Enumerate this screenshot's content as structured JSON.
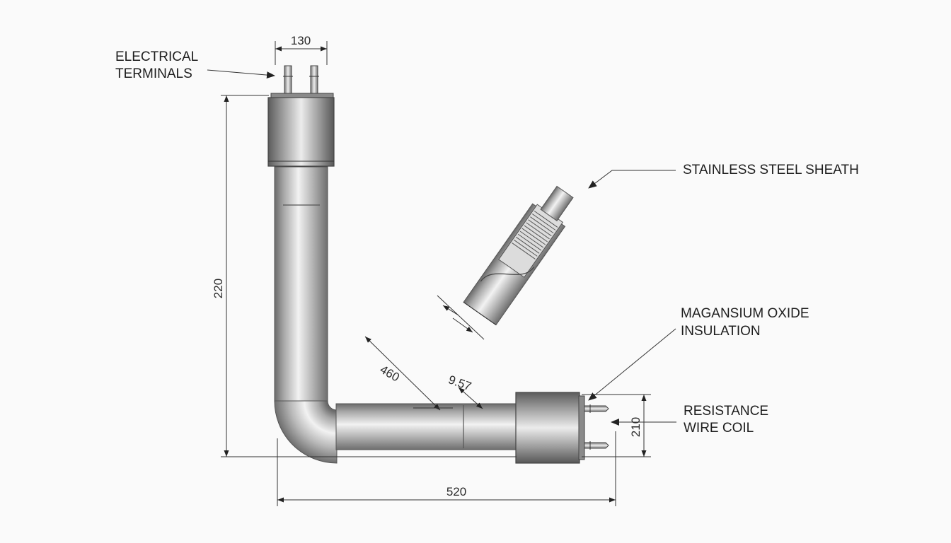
{
  "labels": {
    "electrical_terminals": [
      "ELECTRICAL",
      "TERMINALS"
    ],
    "stainless_steel_sheath": "STAINLESS STEEL SHEATH",
    "magnesium_oxide_insulation": [
      "MAGANSIUM OXIDE",
      "INSULATION"
    ],
    "resistance_wire_coil": [
      "RESISTANCE",
      "WIRE COIL"
    ]
  },
  "dimensions": {
    "top_width": "130",
    "left_height": "220",
    "diagonal": "460",
    "small_diagonal": "9.57",
    "right_height": "210",
    "bottom_length": "520"
  }
}
